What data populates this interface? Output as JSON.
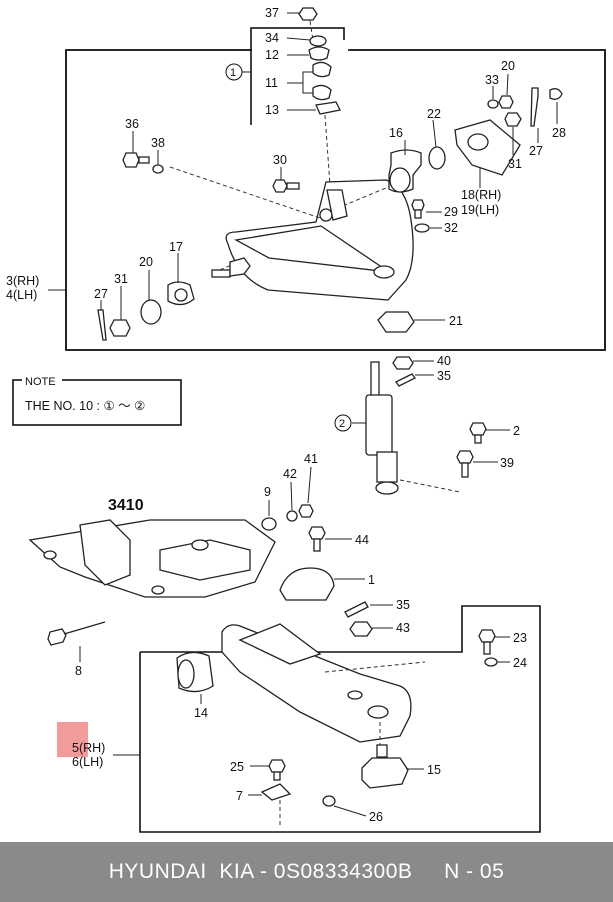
{
  "footer": {
    "brand": "HYUNDAI  KIA",
    "part_number": "0S08334300B",
    "page": "N - 05",
    "text": "HYUNDAI  KIA - 0S08334300B     N - 05"
  },
  "note": {
    "heading": "NOTE",
    "body": "THE NO. 10 : ① ～ ②"
  },
  "assembly_ref": "3410",
  "callouts": {
    "c1": "1",
    "c2": "2",
    "c7": "7",
    "c8": "8",
    "c9": "9",
    "c11": "11",
    "c12": "12",
    "c13": "13",
    "c14": "14",
    "c15": "15",
    "c16": "16",
    "c17": "17",
    "c20a": "20",
    "c20b": "20",
    "c21": "21",
    "c22": "22",
    "c23": "23",
    "c24": "24",
    "c25": "25",
    "c26": "26",
    "c27a": "27",
    "c27b": "27",
    "c28": "28",
    "c29": "29",
    "c30": "30",
    "c31a": "31",
    "c31b": "31",
    "c32": "32",
    "c33": "33",
    "c34": "34",
    "c35a": "35",
    "c35b": "35",
    "c36": "36",
    "c37": "37",
    "c38": "38",
    "c39": "39",
    "c40": "40",
    "c41": "41",
    "c42": "42",
    "c43": "43",
    "c44": "44",
    "c18": "18(RH)",
    "c19": "19(LH)",
    "c3": "3(RH)",
    "c4": "4(LH)",
    "c5": "5(RH)",
    "c6": "6(LH)",
    "circ1": "1",
    "circ2": "2"
  }
}
